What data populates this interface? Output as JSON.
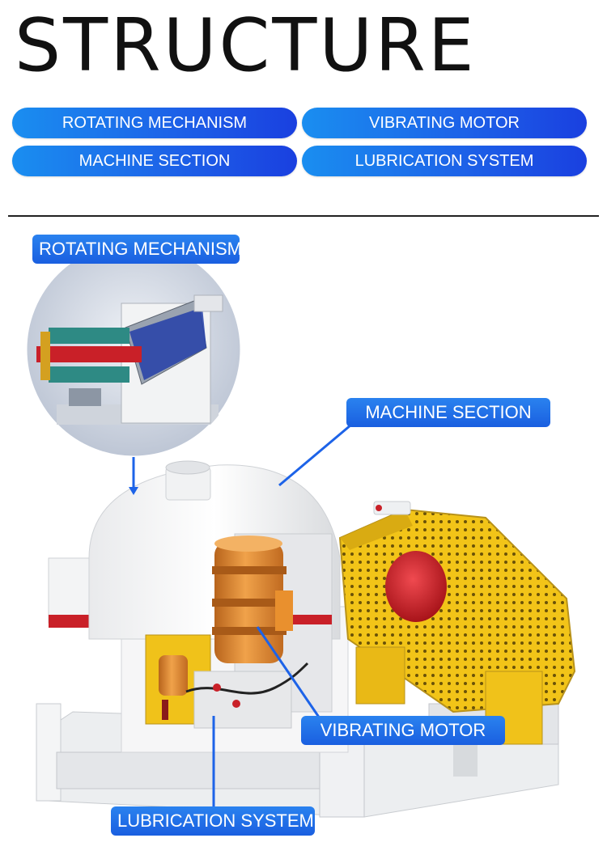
{
  "header": {
    "title": "STRUCTURE"
  },
  "buttons": [
    {
      "label": "ROTATING MECHANISM"
    },
    {
      "label": "VIBRATING MOTOR"
    },
    {
      "label": "MACHINE SECTION"
    },
    {
      "label": "LUBRICATION SYSTEM"
    }
  ],
  "diagram": {
    "callouts": {
      "rotating": "ROTATING MECHANISM",
      "machine": "MACHINE SECTION",
      "vibrating": "VIBRATING MOTOR",
      "lubrication": "LUBRICATION SYSTEM"
    }
  },
  "colors": {
    "accent_blue": "#1d63e8",
    "machine_yellow": "#f2c418",
    "motor_orange": "#e0892c",
    "red": "#d3202a"
  },
  "icons": [
    "arrow-pointer-icon"
  ]
}
